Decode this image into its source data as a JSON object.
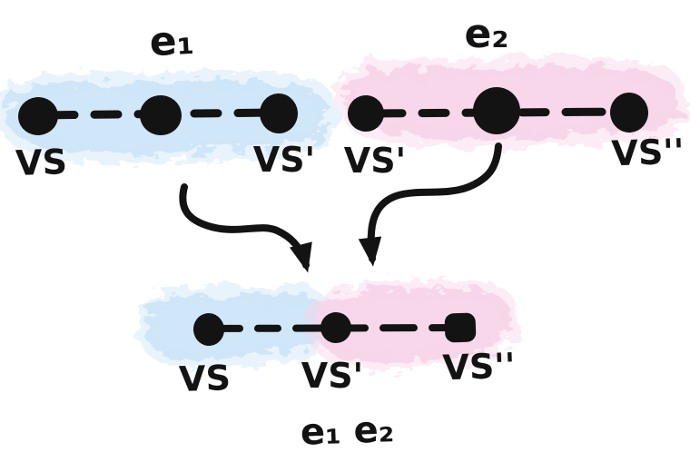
{
  "diagram": {
    "colors": {
      "edge1_highlight": "#cfe6f9",
      "edge2_highlight": "#f8d6ea",
      "ink": "#131313"
    },
    "edge1": {
      "label": "e₁",
      "left_vertex": "VS",
      "right_vertex": "VS'"
    },
    "edge2": {
      "label": "e₂",
      "left_vertex": "VS'",
      "right_vertex": "VS''"
    },
    "combined": {
      "label": "e₁ e₂",
      "left_vertex": "VS",
      "middle_vertex": "VS'",
      "right_vertex": "VS''"
    }
  }
}
